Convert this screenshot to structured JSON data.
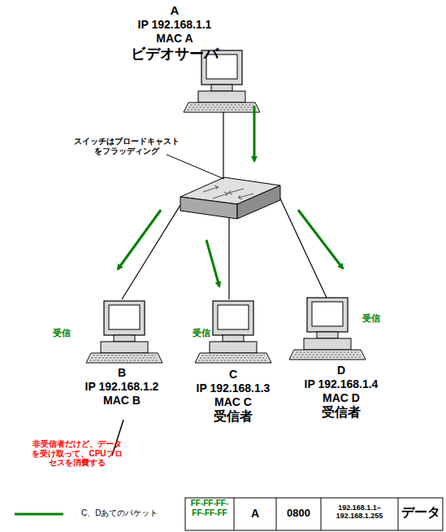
{
  "diagram": {
    "nodes": [
      {
        "text": [
          "A",
          "IP 192.168.1.1",
          "MAC A",
          "ビデオサーバ"
        ]
      },
      {
        "text": [
          "B",
          "IP 192.168.1.2",
          "MAC B"
        ]
      },
      {
        "text": [
          "C",
          "IP 192.168.1.3",
          "MAC C",
          "受信者"
        ]
      },
      {
        "text": [
          "D",
          "IP 192.168.1.4",
          "MAC D",
          "受信者"
        ]
      }
    ],
    "labels": [
      "スイッチはブロードキャストをフラッディング",
      "受信",
      "受信",
      "受信",
      "非受信者だけど、データを受け取って、CPUプロセスを消費する",
      "FF-FF-FF-FF-FF-FF",
      "A",
      "0800",
      "192.168.1.1–192.168.1.255",
      "データ"
    ],
    "legend": [
      {
        "text": "C、Dあてのパケット"
      }
    ]
  }
}
